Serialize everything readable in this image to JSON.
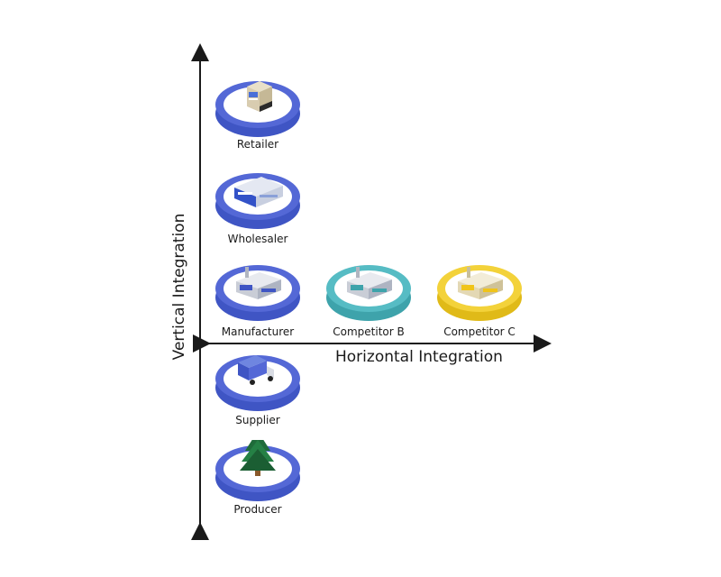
{
  "diagram": {
    "vertical_axis_label": "Vertical Integration",
    "horizontal_axis_label": "Horizontal Integration",
    "colors": {
      "blue_ring": "#3f55c4",
      "teal_ring": "#52b7bf",
      "yellow_ring": "#f2cf2f",
      "axis": "#1a1a1a"
    },
    "nodes": [
      {
        "id": "retailer",
        "label": "Retailer",
        "icon": "store-icon",
        "color": "#3f55c4"
      },
      {
        "id": "wholesaler",
        "label": "Wholesaler",
        "icon": "warehouse-icon",
        "color": "#3f55c4"
      },
      {
        "id": "manufacturer",
        "label": "Manufacturer",
        "icon": "factory-icon",
        "color": "#3f55c4"
      },
      {
        "id": "competitor-b",
        "label": "Competitor B",
        "icon": "factory-icon",
        "color": "#52b7bf"
      },
      {
        "id": "competitor-c",
        "label": "Competitor C",
        "icon": "factory-icon",
        "color": "#f2cf2f"
      },
      {
        "id": "supplier",
        "label": "Supplier",
        "icon": "truck-icon",
        "color": "#3f55c4"
      },
      {
        "id": "producer",
        "label": "Producer",
        "icon": "tree-icon",
        "color": "#3f55c4"
      }
    ]
  }
}
